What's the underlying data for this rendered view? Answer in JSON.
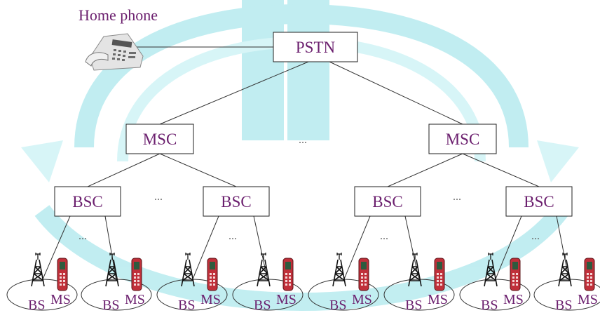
{
  "diagram": {
    "home_phone_label": "Home phone",
    "pstn_label": "PSTN",
    "msc_label": "MSC",
    "bsc_label": "BSC",
    "bs_label": "BS",
    "ms_label": "MS",
    "ellipsis": "...",
    "colors": {
      "label": "#6b1f6e",
      "line": "#333333",
      "box_border": "#222222",
      "background_emblem": "#8fe0e6",
      "ms_body": "#c0303a"
    },
    "icons": {
      "home_phone": "desk-phone-icon",
      "bs": "cell-tower-icon",
      "ms": "mobile-phone-icon"
    }
  }
}
